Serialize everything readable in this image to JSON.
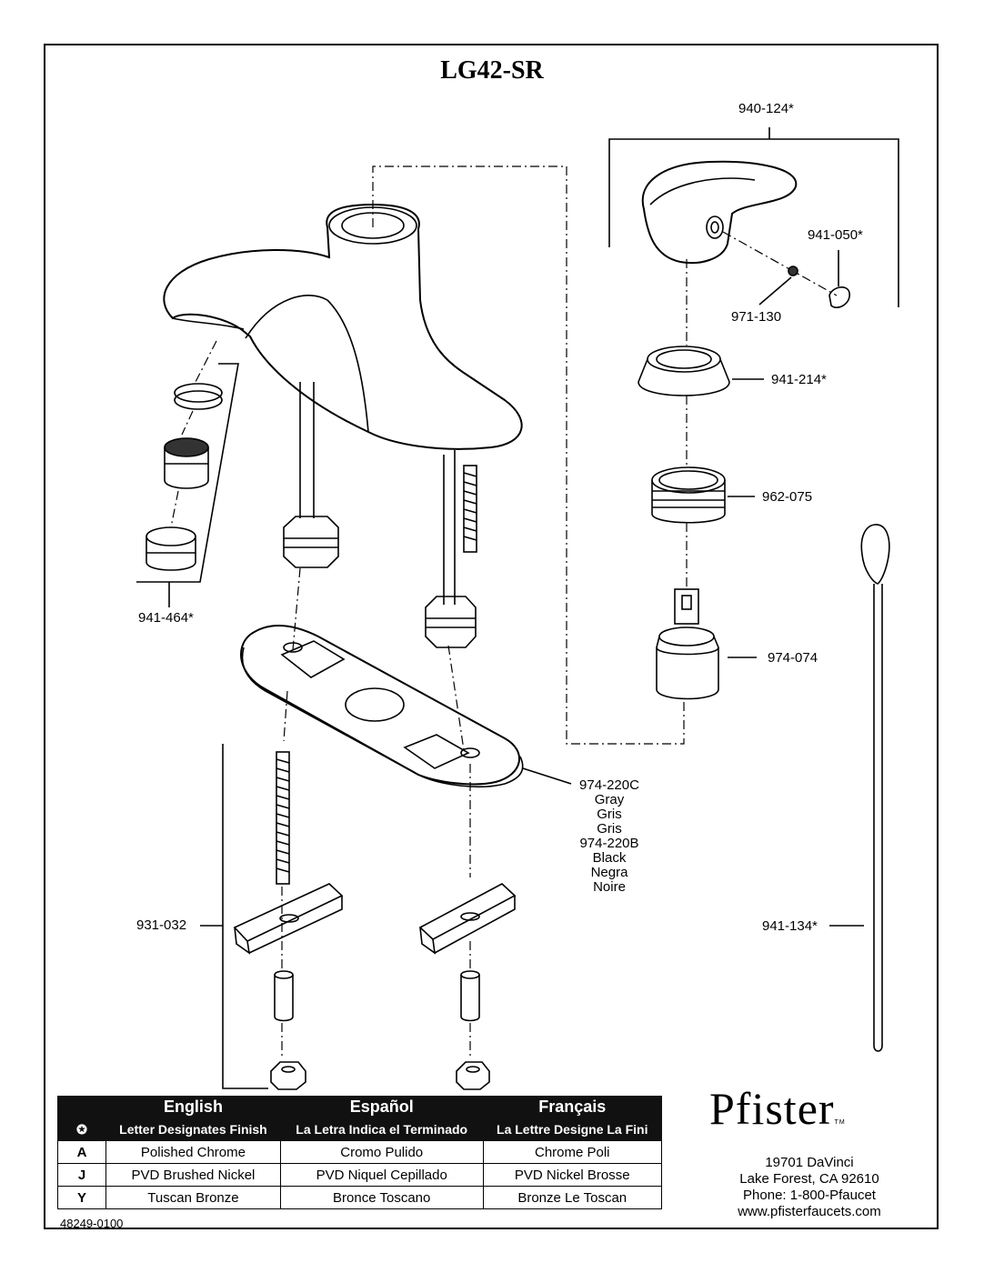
{
  "title": "LG42-SR",
  "parts": {
    "handle": "940-124*",
    "button": "941-050*",
    "screw": "971-130",
    "cap": "941-214*",
    "nut": "962-075",
    "cartridge": "974-074",
    "aerator": "941-464*",
    "escutcheon": {
      "part1": "974-220C",
      "part1_lines": [
        "Gray",
        "Gris",
        "Gris"
      ],
      "part2": "974-220B",
      "part2_lines": [
        "Black",
        "Negra",
        "Noire"
      ]
    },
    "mounting": "931-032",
    "lift_rod": "941-134*"
  },
  "finish_table": {
    "languages": [
      "English",
      "Español",
      "Français"
    ],
    "marker": "✪",
    "subheaders": [
      "Letter Designates Finish",
      "La Letra Indica el Terminado",
      "La Lettre Designe La Fini"
    ],
    "rows": [
      {
        "code": "A",
        "en": "Polished Chrome",
        "es": "Cromo Pulido",
        "fr": "Chrome Poli"
      },
      {
        "code": "J",
        "en": "PVD Brushed Nickel",
        "es": "PVD Niquel Cepillado",
        "fr": "PVD Nickel Brosse"
      },
      {
        "code": "Y",
        "en": "Tuscan Bronze",
        "es": "Bronce Toscano",
        "fr": "Bronze Le Toscan"
      }
    ]
  },
  "brand": {
    "name": "Pfister",
    "tm": "TM",
    "address": [
      "19701 DaVinci",
      "Lake Forest, CA 92610",
      "Phone: 1-800-Pfaucet",
      "www.pfisterfaucets.com"
    ]
  },
  "doc_number": "48249-0100"
}
